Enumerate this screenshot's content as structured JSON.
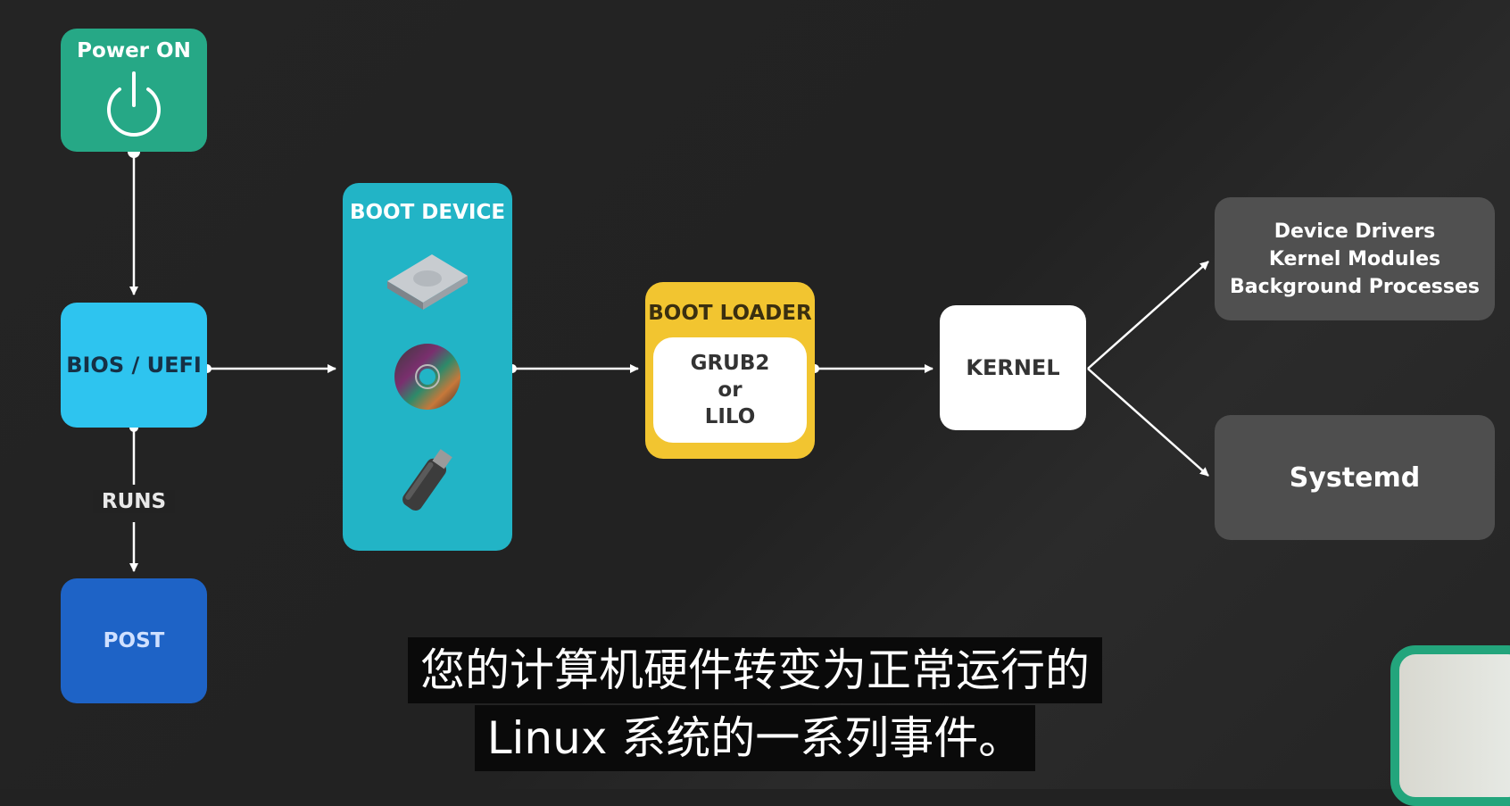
{
  "nodes": {
    "power_on": "Power ON",
    "bios": "BIOS / UEFI",
    "post": "POST",
    "boot_device": "BOOT DEVICE",
    "boot_loader": "BOOT LOADER",
    "grub": [
      "GRUB2",
      "or",
      "LILO"
    ],
    "kernel": "KERNEL",
    "drivers": [
      "Device Drivers",
      "Kernel Modules",
      "Background Processes"
    ],
    "systemd": "Systemd"
  },
  "edge_labels": {
    "runs": "RUNS"
  },
  "icons": [
    "power-icon",
    "hard-drive-icon",
    "cd-disc-icon",
    "usb-stick-icon"
  ],
  "colors": {
    "power_on": "#26a886",
    "bios": "#2ec4ef",
    "post": "#1e63c6",
    "boot_device": "#22b4c6",
    "boot_loader": "#f2c530",
    "kernel": "#ffffff",
    "drivers": "#505050",
    "systemd": "#4e4e4e"
  },
  "subtitle": {
    "line1": "您的计算机硬件转变为正常运行的",
    "line2": "Linux 系统的一系列事件。"
  }
}
